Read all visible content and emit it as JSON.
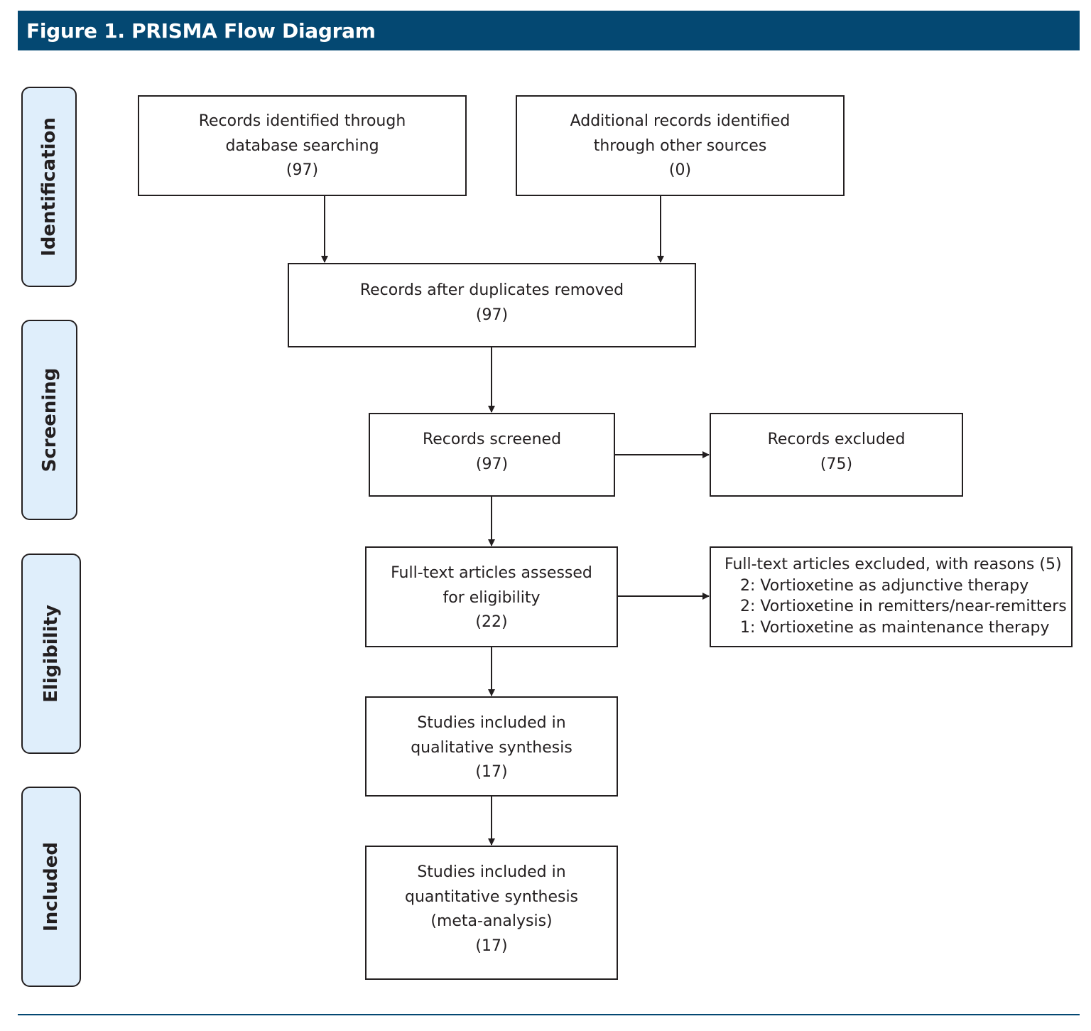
{
  "title": "Figure 1. PRISMA Flow Diagram",
  "phases": {
    "identification": "Identification",
    "screening": "Screening",
    "eligibility": "Eligibility",
    "included": "Included"
  },
  "boxes": {
    "database": {
      "lines": [
        "Records identified through",
        "database searching",
        "(97)"
      ]
    },
    "other_sources": {
      "lines": [
        "Additional records identified",
        "through other sources",
        "(0)"
      ]
    },
    "duplicates_removed": {
      "lines": [
        "Records after duplicates removed",
        "(97)"
      ]
    },
    "screened": {
      "lines": [
        "Records screened",
        "(97)"
      ]
    },
    "excluded": {
      "lines": [
        "Records excluded",
        "(75)"
      ]
    },
    "fulltext_assessed": {
      "lines": [
        "Full-text articles assessed",
        "for eligibility",
        "(22)"
      ]
    },
    "fulltext_excluded": {
      "header": "Full-text articles excluded, with reasons (5)",
      "reasons": [
        "2: Vortioxetine as adjunctive therapy",
        "2: Vortioxetine in remitters/near-remitters",
        "1: Vortioxetine as maintenance therapy"
      ]
    },
    "qualitative": {
      "lines": [
        "Studies included in",
        "qualitative synthesis",
        "(17)"
      ]
    },
    "quantitative": {
      "lines": [
        "Studies included in",
        "quantitative synthesis",
        "(meta-analysis)",
        "(17)"
      ]
    }
  },
  "colors": {
    "title_bar": "#044872",
    "phase_fill": "#dfeefb",
    "stroke": "#231f20"
  }
}
